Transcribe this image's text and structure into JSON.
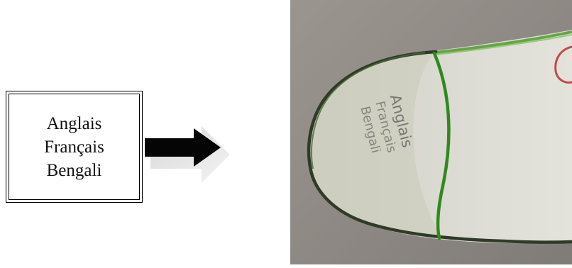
{
  "label_box": {
    "lines": [
      "Anglais",
      "Français",
      "Bengali"
    ]
  },
  "photo": {
    "handwritten_lines": [
      "Anglais",
      "Français",
      "Bengali"
    ],
    "paper_color": "#dcdcd4",
    "background_color": "#8f8a84",
    "outline_color": "#2f3b27",
    "divider_color": "#2f8a1e",
    "pencil_color": "#6f6f6a",
    "red_mark_color": "#c44a4a"
  }
}
